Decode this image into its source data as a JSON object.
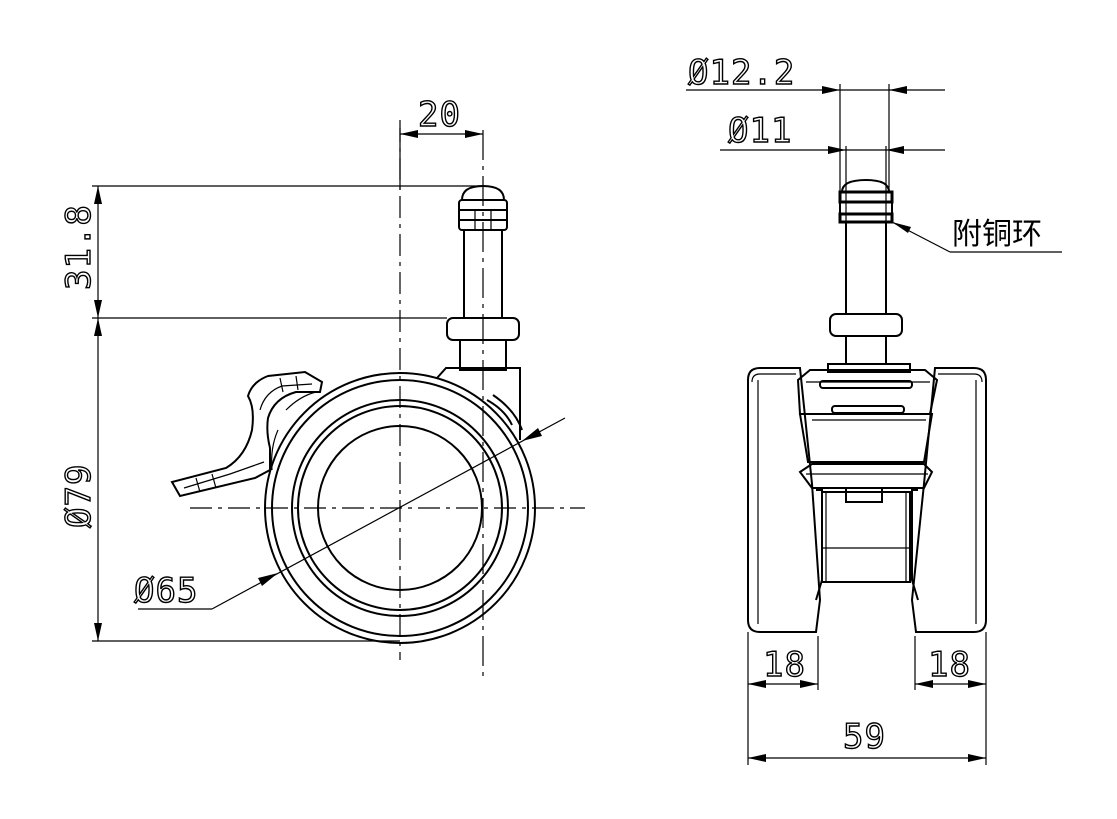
{
  "dimensions": {
    "stem_spacing": "20",
    "stem_height": "31.8",
    "overall_height": "Ø79",
    "wheel_diameter": "Ø65",
    "ring_outer_diameter": "Ø12.2",
    "stem_diameter": "Ø11",
    "left_wheel_width": "18",
    "right_wheel_width": "18",
    "overall_width": "59"
  },
  "notes": {
    "copper_ring": "附铜环"
  }
}
